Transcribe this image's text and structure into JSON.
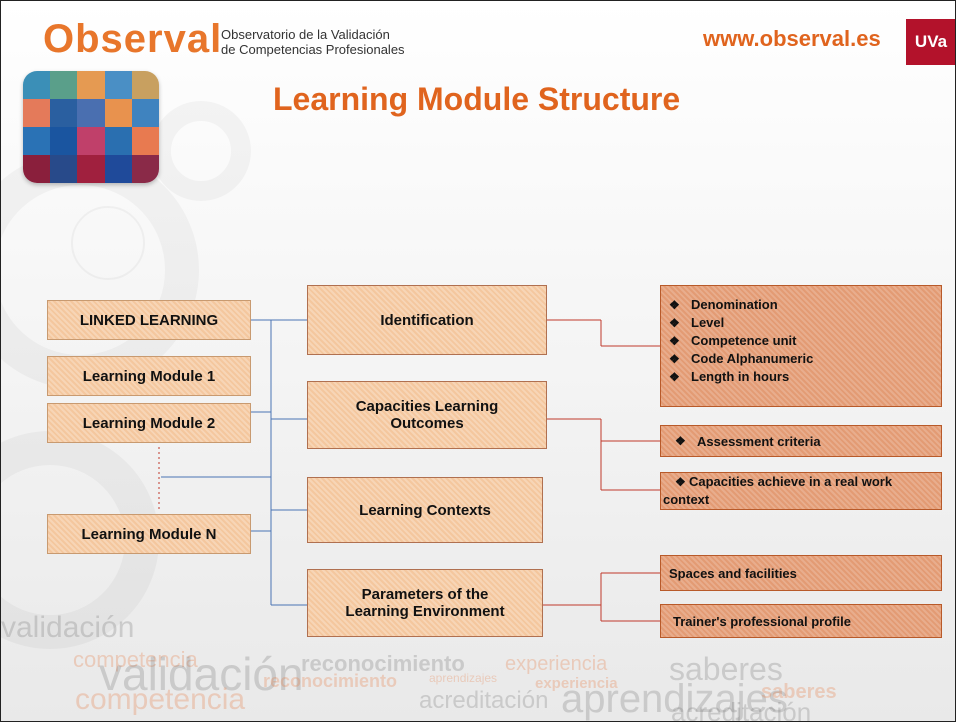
{
  "header": {
    "logo": "Observal",
    "subtitle_line1": "Observatorio de la Validación",
    "subtitle_line2": "de Competencias Profesionales",
    "url": "www.observal.es",
    "badge": "UVa"
  },
  "title": "Learning Module Structure",
  "left_column": {
    "linked": "LINKED LEARNING",
    "module1": "Learning Module 1",
    "module2": "Learning Module 2",
    "moduleN": "Learning Module N"
  },
  "middle_column": {
    "identification": "Identification",
    "capacities": "Capacities Learning Outcomes",
    "contexts": "Learning Contexts",
    "parameters": "Parameters of the Learning Environment"
  },
  "right_column": {
    "identification_items": [
      "Denomination",
      "Level",
      "Competence unit",
      "Code Alphanumeric",
      "Length in hours"
    ],
    "assessment": "Assessment criteria",
    "capacities_real": "Capacities achieve in a real work context",
    "spaces": "Spaces and facilities",
    "trainer": "Trainer's professional profile"
  },
  "bullet_icon": "diamond-bullet-icon",
  "watermark": {
    "w1": "validación",
    "w2": "competencia",
    "w3": "validación",
    "w4": "reconocimiento",
    "w5": "reconocimiento",
    "w6": "aprendizajes",
    "w7": "experiencia",
    "w8": "experiencia",
    "w9": "acreditación",
    "w10": "aprendizajes",
    "w11": "saberes",
    "w12": "saberes",
    "w13": "competencia",
    "w14": "acreditación"
  },
  "colors": {
    "accent": "#e0641e",
    "box_light": "#f4c79e",
    "box_dark": "#e39b74",
    "badge": "#b3122b",
    "connector_blue": "#4a74b4",
    "connector_red": "#c0392b"
  }
}
